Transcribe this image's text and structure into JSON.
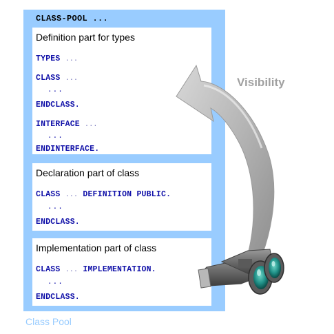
{
  "pool": {
    "header": "CLASS-POOL ...",
    "caption": "Class Pool"
  },
  "definition": {
    "title": "Definition part for types",
    "types_kw": "TYPES",
    "types_dots": "...",
    "class_kw": "CLASS",
    "class_dots": "...",
    "inner_dots_1": "...",
    "endclass": "ENDCLASS.",
    "interface_kw": "INTERFACE",
    "interface_dots": "...",
    "inner_dots_2": "...",
    "endinterface": "ENDINTERFACE."
  },
  "declaration": {
    "title": "Declaration part of class",
    "class_kw": "CLASS",
    "dots": "...",
    "rest": "DEFINITION PUBLIC.",
    "inner_dots": "...",
    "endclass": "ENDCLASS."
  },
  "implementation": {
    "title": "Implementation part of class",
    "class_kw": "CLASS",
    "dots": "...",
    "rest": "IMPLEMENTATION.",
    "inner_dots": "...",
    "endclass": "ENDCLASS."
  },
  "visibility_label": "Visibility",
  "icons": [
    "curved-arrow-icon",
    "binoculars-icon"
  ],
  "colors": {
    "pool_background": "#99ccff",
    "code_text": "#1010a8",
    "label_gray": "#a0a0a0"
  }
}
